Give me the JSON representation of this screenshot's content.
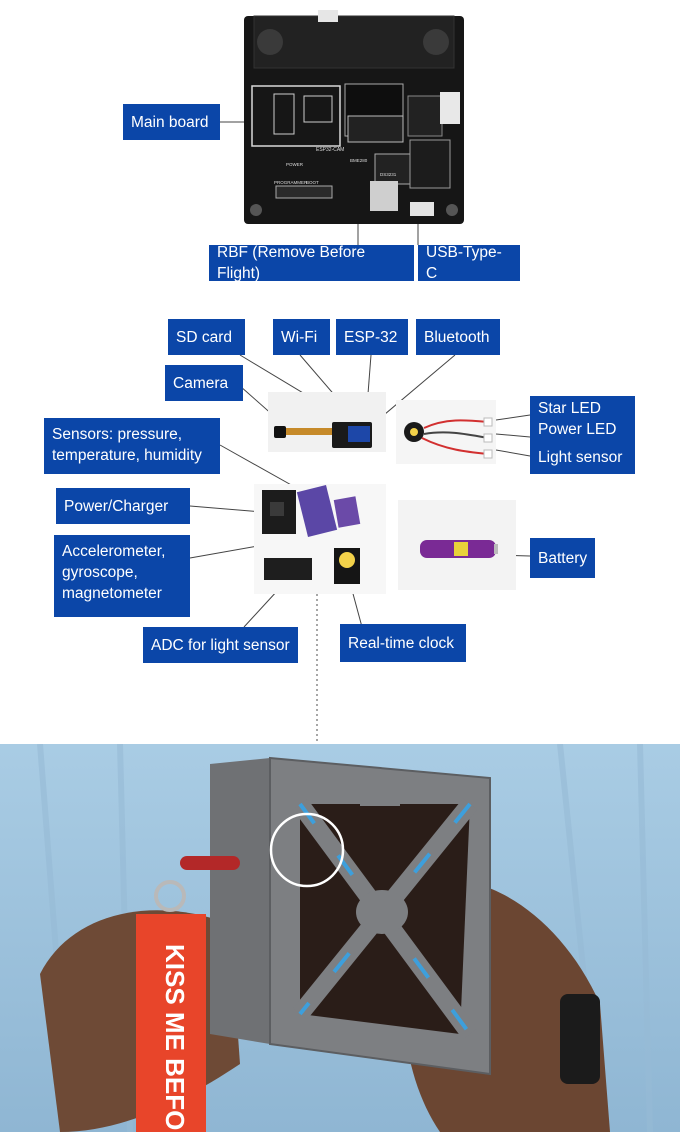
{
  "labels": {
    "main_board": "Main board",
    "rbf": "RBF (Remove Before Flight)",
    "usb_type_c": "USB-Type-C",
    "sd_card": "SD card",
    "wifi": "Wi-Fi",
    "esp32": "ESP-32",
    "bluetooth": "Bluetooth",
    "camera": "Camera",
    "sensors_line1": "Sensors: pressure,",
    "sensors_line2": "temperature, humidity",
    "star_led": "Star LED",
    "power_led": "Power LED",
    "light_sensor": "Light sensor",
    "power_charger": "Power/Charger",
    "accel_line1": "Accelerometer,",
    "accel_line2": "gyroscope,",
    "accel_line3": "magnetometer",
    "battery": "Battery",
    "adc": "ADC for light sensor",
    "rtc": "Real-time clock"
  },
  "board_text": {
    "esp32_cam": "ESP32-CAM",
    "programmer": "PROGRAMMER",
    "boot": "BOOT",
    "power": "POWER",
    "bme280": "BME280",
    "ds3231": "DS3231"
  },
  "tag_text": "KISS ME BEFORE",
  "colors": {
    "label_bg": "#0b46a8",
    "label_text": "#ffffff",
    "pcb": "#161616",
    "frame": "#7d7f82",
    "accent_blue": "#3d9fdc",
    "shirt": "#9ec3dd",
    "tag": "#e8452a"
  }
}
